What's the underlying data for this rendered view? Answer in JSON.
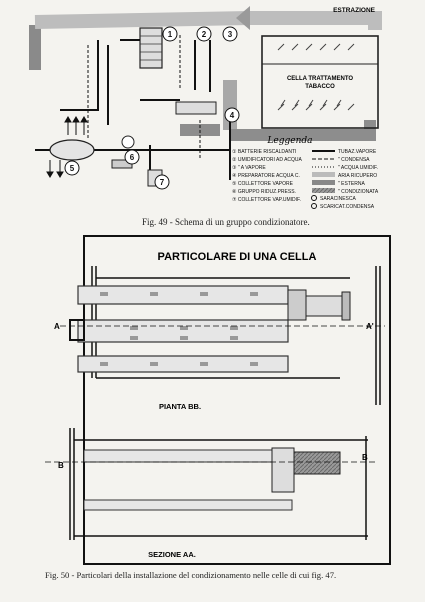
{
  "fig49": {
    "extraction_label": "ESTRAZIONE",
    "cell_label_line1": "CELLA TRATTAMENTO",
    "cell_label_line2": "TABACCO",
    "numbers": [
      "1",
      "2",
      "3",
      "4",
      "5",
      "6",
      "7"
    ],
    "legend_title": "Leggenda",
    "legend_components": [
      "① BATTERIE RISCALDANTI",
      "② UMIDIFICATORI AD ACQUA",
      "③        \"         A VAPORE",
      "④ PREPARATORE ACQUA C.",
      "⑤ COLLETTORE VAPORE",
      "⑥ GRUPPO RIDUZ.PRESS.",
      "⑦ COLLETTORE VAP.UMIDIF."
    ],
    "legend_lines": [
      "TUBAZ.VAPORE",
      "\"    CONDENSA",
      "\"    ACQUA UMIDIF.",
      "ARIA  RICUPERO",
      "\"    ESTERNA",
      "\"    CONDIZIONATA",
      "SARACINESCA",
      "SCARICAT.CONDENSA"
    ],
    "caption": "Fig. 49 - Schema di un gruppo condizionatore."
  },
  "fig50": {
    "title": "PARTICOLARE DI UNA CELLA",
    "section_a_left": "A",
    "section_a_right": "A'",
    "plan_label": "PIANTA BB.",
    "section_b_left": "B",
    "section_b_right": "B",
    "section_label": "SEZIONE AA.",
    "caption": "Fig. 50 - Particolari della installazione del condizionamento nelle celle di cui fig. 47."
  }
}
